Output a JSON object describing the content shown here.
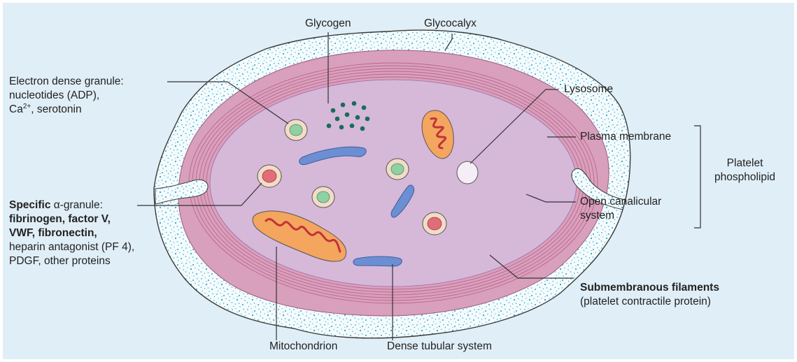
{
  "labels": {
    "glycogen": "Glycogen",
    "glycocalyx": "Glycocalyx",
    "electron_dense": {
      "line1": "Electron dense granule:",
      "line2": "nucleotides (ADP),",
      "ca_base": "Ca",
      "ca_sup": "2+",
      "ca_rest": ", serotonin"
    },
    "lysosome": "Lysosome",
    "plasma_membrane": "Plasma membrane",
    "platelet_phospholipid": {
      "line1": "Platelet",
      "line2": "phospholipid"
    },
    "open_canalicular": {
      "line1": "Open canalicular",
      "line2": "system"
    },
    "alpha": {
      "line1_bold": "Specific",
      "line1_rest": " α-granule:",
      "line2": "fibrinogen, factor V,",
      "line3": "VWF, fibronectin,",
      "line4": "heparin antagonist (PF 4),",
      "line5": "PDGF, other proteins"
    },
    "submembranous": {
      "line1": "Submembranous filaments",
      "line2": "(platelet contractile protein)"
    },
    "mitochondrion": "Mitochondrion",
    "dense_tubular": "Dense tubular system"
  },
  "colors": {
    "background": "#e0eef7",
    "glycocalyx_speckle": "#38a9cf",
    "membrane": "#d8a0bd",
    "cytoplasm": "#d6b8d8",
    "dense_granule_core": "#8fd1a3",
    "alpha_granule_core": "#e06d78",
    "mitochondrion": "#f4a55e",
    "mitochondrion_cristae": "#c0333b",
    "dense_tubular_system": "#6c8fd4",
    "glycogen": "#166e58"
  }
}
